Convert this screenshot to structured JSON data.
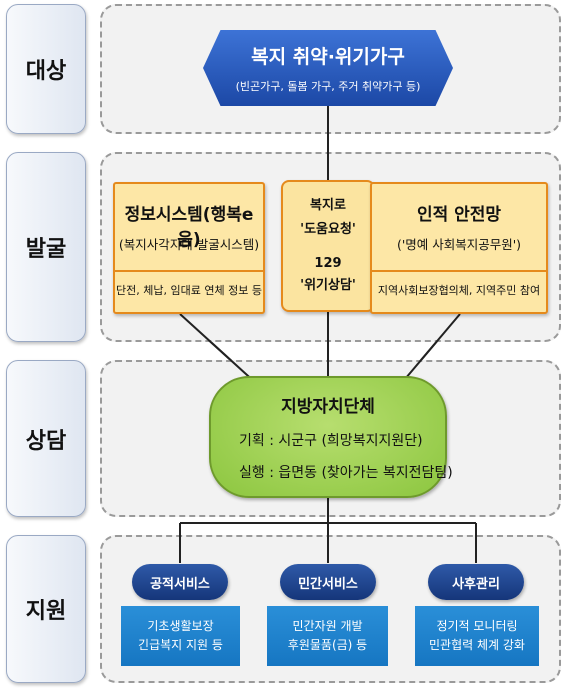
{
  "stages": [
    "대상",
    "발굴",
    "상담",
    "지원"
  ],
  "target": {
    "title": "복지 취약·위기가구",
    "subtitle": "(빈곤가구, 돌봄 가구, 주거 취약가구 등)"
  },
  "discover": {
    "left": {
      "title": "정보시스템(행복e음)",
      "subtitle": "(복지사각지대 발굴시스템)",
      "footer": "단전, 체납, 임대료 연체 정보 등"
    },
    "center": {
      "line1": "복지로",
      "line2": "'도움요청'",
      "line3": "129",
      "line4": "'위기상담'"
    },
    "right": {
      "title": "인적 안전망",
      "subtitle": "('명예 사회복지공무원')",
      "footer": "지역사회보장협의체,  지역주민 참여"
    }
  },
  "counsel": {
    "title": "지방자치단체",
    "line1": "기획 : 시군구  (희망복지지원단)",
    "line2": "실행 : 읍면동  (찾아가는 복지전담팀)"
  },
  "support": [
    {
      "label": "공적서비스",
      "line1": "기초생활보장",
      "line2": "긴급복지 지원 등"
    },
    {
      "label": "민간서비스",
      "line1": "민간자원 개발",
      "line2": "후원물품(금) 등"
    },
    {
      "label": "사후관리",
      "line1": "정기적 모니터링",
      "line2": "민관협력 체계 강화"
    }
  ]
}
